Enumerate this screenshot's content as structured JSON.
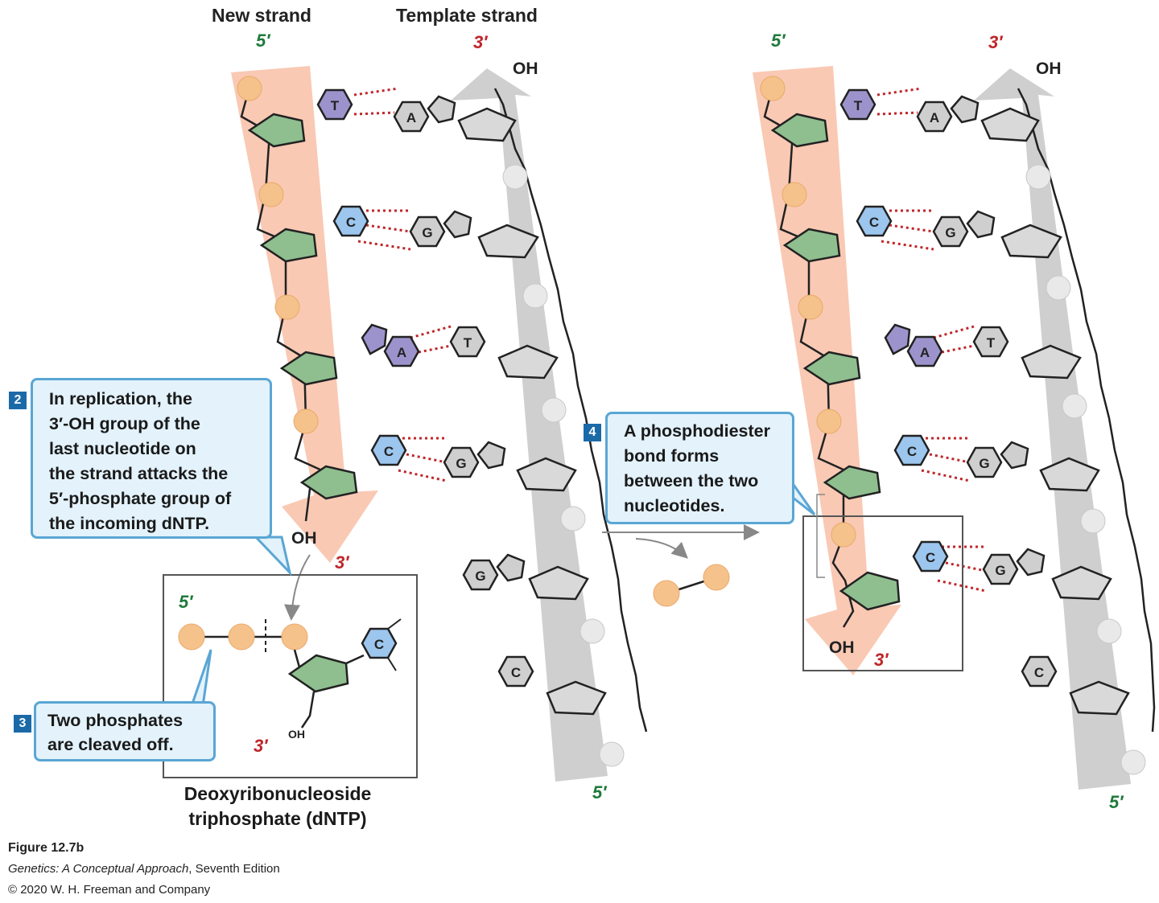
{
  "labels": {
    "new_strand": "New strand",
    "template_strand": "Template strand",
    "five_prime": "5′",
    "three_prime": "3′",
    "oh": "OH",
    "dntp_line1": "Deoxyribonucleoside",
    "dntp_line2": "triphosphate (dNTP)"
  },
  "bases": {
    "new_strand": [
      "T",
      "C",
      "A",
      "C"
    ],
    "template_strand": [
      "A",
      "G",
      "T",
      "G",
      "G",
      "C"
    ],
    "incoming": "C",
    "after_new": [
      "T",
      "C",
      "A",
      "C",
      "C"
    ],
    "after_template": [
      "A",
      "G",
      "T",
      "G",
      "G",
      "C"
    ]
  },
  "callouts": {
    "step2": {
      "number": "2",
      "lines": [
        "In replication, the",
        "3′-OH group of the",
        "last nucleotide on",
        "the strand attacks the",
        "5′-phosphate group of",
        "the incoming dNTP."
      ]
    },
    "step3": {
      "number": "3",
      "lines": [
        "Two phosphates",
        "are cleaved off."
      ]
    },
    "step4": {
      "number": "4",
      "lines": [
        "A phosphodiester",
        "bond forms",
        "between the two",
        "nucleotides."
      ]
    }
  },
  "caption": {
    "figure": "Figure 12.7b",
    "book_title": "Genetics: A Conceptual Approach",
    "edition": ", Seventh Edition",
    "copyright": "© 2020 W. H. Freeman and Company"
  },
  "colors": {
    "new_strand_arrow": "#f9c9b4",
    "template_strand_arrow": "#cfcfcf",
    "phosphate": "#f6c28b",
    "template_phosphate": "#e9e9e9",
    "sugar_new": "#8fbe8f",
    "sugar_template": "#d9d9d9",
    "thymine": "#9d93cc",
    "cytosine": "#9cc6ee",
    "adenine": "#9d93cc",
    "template_base": "#cfcfcf",
    "hydrogen_bond": "#c0262a",
    "five_prime_label": "#1f7a3a",
    "three_prime_label": "#c0262a",
    "callout_fill": "#e3f2fb",
    "callout_border": "#5aa6d4",
    "step_badge": "#1b6aa8"
  }
}
